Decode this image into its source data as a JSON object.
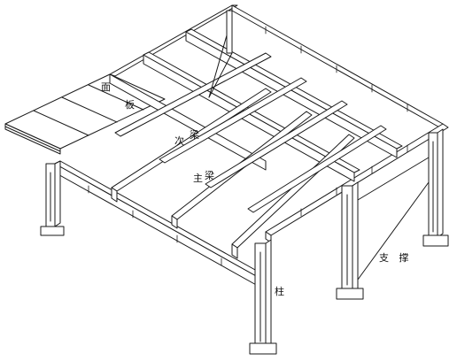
{
  "labels": {
    "panel_1": "面",
    "panel_2": "板",
    "secondary_beam_1": "次",
    "secondary_beam_2": "梁",
    "main_beam_1": "主",
    "main_beam_2": "梁",
    "brace": "支 撑",
    "column": "柱"
  },
  "colors": {
    "line": "#1a1a1a",
    "background": "#ffffff"
  }
}
